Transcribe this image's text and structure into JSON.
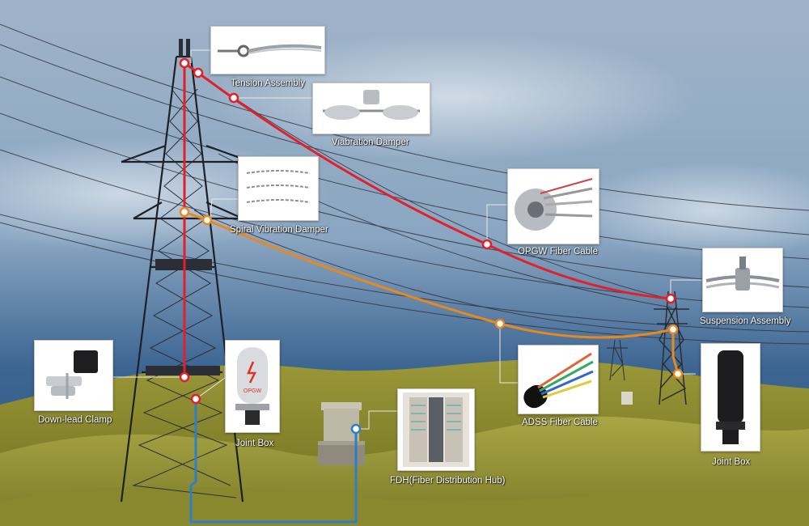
{
  "components": {
    "tension_assembly": "Tension Assembly",
    "vibration_damper": "Viabration Damper",
    "spiral_vibration_damper": "Spiral Vibration Damper",
    "opgw_fiber_cable": "OPGW Fiber Cable",
    "suspension_assembly": "Suspension Assembly",
    "adss_fiber_cable": "ADSS Fiber Cable",
    "joint_box_left": "Joint Box",
    "joint_box_right": "Joint Box",
    "down_lead_clamp": "Down-lead Clamp",
    "fdh": "FDH(Fiber Distribution Hub)"
  },
  "joint_box_marking": "OPGW",
  "colors": {
    "opgw_cable": "#e0202a",
    "adss_cable": "#e8891f",
    "fiber_line": "#2f7fc6",
    "sky_top": "#a8bccf",
    "hill": "#8c8a30"
  }
}
